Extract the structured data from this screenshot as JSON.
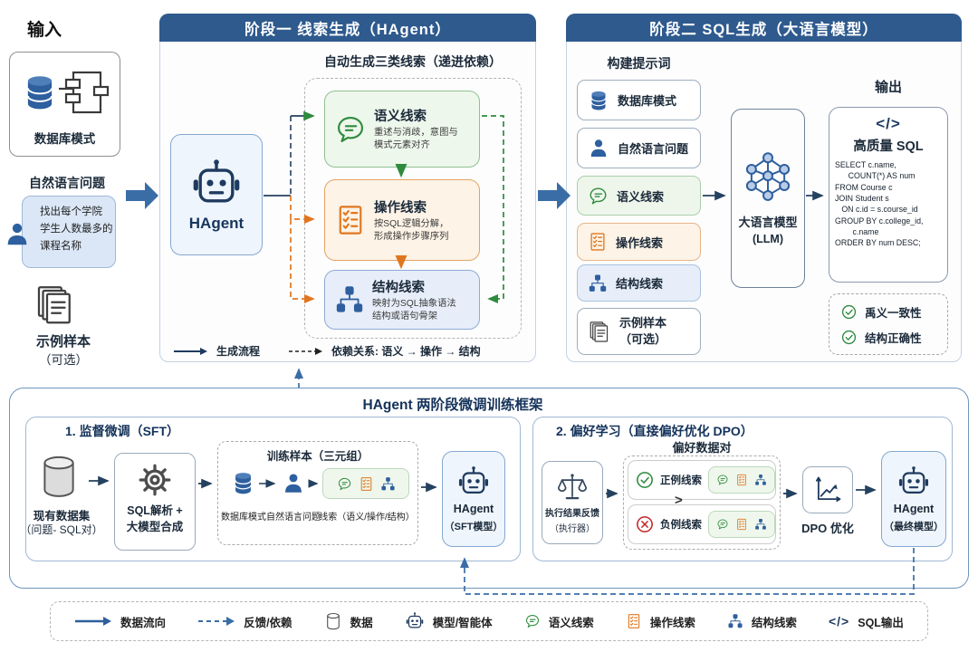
{
  "colors": {
    "header_bg": "#2e5a8e",
    "arrow_blue": "#3a6da6",
    "green": "#2e8b3d",
    "orange": "#e0761f",
    "blue": "#2e5f9e",
    "navy": "#1e3a5f",
    "red": "#c3272b"
  },
  "input": {
    "title": "输入",
    "schema_label": "数据库模式",
    "question_label": "自然语言问题",
    "question_text": "找出每个学院\n学生人数最多的\n课程名称",
    "samples_label": "示例样本",
    "samples_note": "（可选）"
  },
  "stage1": {
    "header": "阶段一 线索生成（HAgent）",
    "agent_label": "HAgent",
    "group_title": "自动生成三类线索（递进依赖）",
    "clues": [
      {
        "title": "语义线索",
        "desc": "重述与消歧，意图与\n模式元素对齐"
      },
      {
        "title": "操作线索",
        "desc": "按SQL逻辑分解，\n形成操作步骤序列"
      },
      {
        "title": "结构线索",
        "desc": "映射为SQL抽象语法\n结构或语句骨架"
      }
    ],
    "flow_legend": "生成流程",
    "dep_legend": "依赖关系: 语义 → 操作 → 结构"
  },
  "stage2": {
    "header": "阶段二 SQL生成（大语言模型）",
    "prompt_title": "构建提示词",
    "prompt_items": [
      {
        "label": "数据库模式"
      },
      {
        "label": "自然语言问题"
      },
      {
        "label": "语义线索"
      },
      {
        "label": "操作线索"
      },
      {
        "label": "结构线索"
      },
      {
        "label": "示例样本\n（可选）"
      }
    ],
    "llm_label": "大语言模型",
    "llm_sub": "(LLM)",
    "output_title": "输出",
    "code_icon": "</>",
    "sql_title": "高质量 SQL",
    "sql_code": "SELECT c.name,\n      COUNT(*) AS num\nFROM Course c\nJOIN Student s\n   ON c.id = s.course_id\nGROUP BY c.college_id,\n        c.name\nORDER BY num DESC;",
    "checks": [
      {
        "label": "禹义一致性"
      },
      {
        "label": "结构正确性"
      }
    ]
  },
  "training": {
    "title": "HAgent 两阶段微调训练框架",
    "sft": {
      "title": "1. 监督微调（SFT）",
      "dataset_line1": "现有数据集",
      "dataset_line2": "（问题- SQL对）",
      "synth_label": "SQL解析 +\n大模型合成",
      "samples_title": "训练样本（三元组）",
      "item1": "数据库模式",
      "item2": "自然语言问题",
      "item3": "线索（语义/操作/结构）",
      "agent_line1": "HAgent",
      "agent_line2": "（SFT模型）"
    },
    "dpo": {
      "title": "2. 偏好学习（直接偏好优化 DPO）",
      "executor_line1": "执行结果反馈",
      "executor_line2": "（执行器）",
      "pair_title": "偏好数据对",
      "positive_label": "正例线索",
      "negative_label": "负例线索",
      "gt": ">",
      "dpo_label": "DPO 优化",
      "agent_line1": "HAgent",
      "agent_line2": "（最终模型）"
    }
  },
  "legend": {
    "items": [
      {
        "label": "数据流向"
      },
      {
        "label": "反馈/依赖"
      },
      {
        "label": "数据"
      },
      {
        "label": "模型/智能体"
      },
      {
        "label": "语义线索"
      },
      {
        "label": "操作线索"
      },
      {
        "label": "结构线索"
      },
      {
        "label": "SQL输出"
      }
    ]
  }
}
